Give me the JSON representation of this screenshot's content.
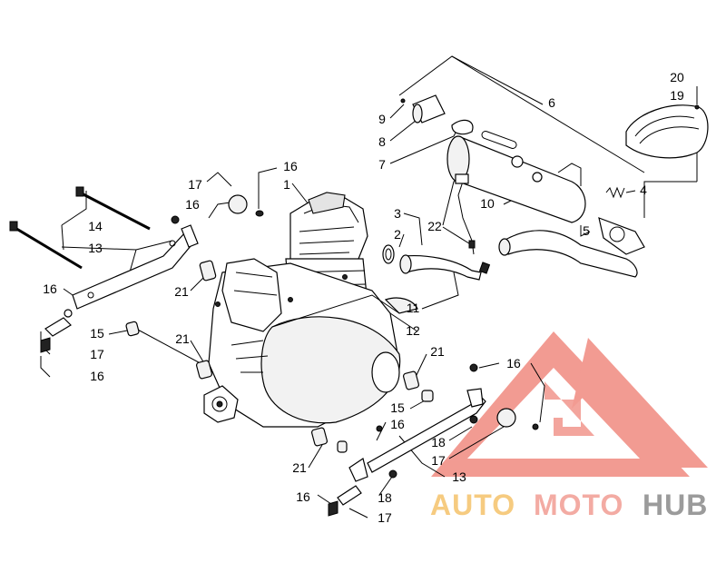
{
  "callouts": [
    {
      "id": "c20",
      "text": "20"
    },
    {
      "id": "c19",
      "text": "19"
    },
    {
      "id": "c6",
      "text": "6"
    },
    {
      "id": "c9",
      "text": "9"
    },
    {
      "id": "c8",
      "text": "8"
    },
    {
      "id": "c7",
      "text": "7"
    },
    {
      "id": "c16a",
      "text": "16"
    },
    {
      "id": "c1",
      "text": "1"
    },
    {
      "id": "c17a",
      "text": "17"
    },
    {
      "id": "c16b",
      "text": "16"
    },
    {
      "id": "c10",
      "text": "10"
    },
    {
      "id": "c4",
      "text": "4"
    },
    {
      "id": "c3",
      "text": "3"
    },
    {
      "id": "c2",
      "text": "2"
    },
    {
      "id": "c22",
      "text": "22"
    },
    {
      "id": "c5",
      "text": "5"
    },
    {
      "id": "c14",
      "text": "14"
    },
    {
      "id": "c13a",
      "text": "13"
    },
    {
      "id": "c16c",
      "text": "16"
    },
    {
      "id": "c21a",
      "text": "21"
    },
    {
      "id": "c11",
      "text": "11"
    },
    {
      "id": "c12",
      "text": "12"
    },
    {
      "id": "c15a",
      "text": "15"
    },
    {
      "id": "c17b",
      "text": "17"
    },
    {
      "id": "c16d",
      "text": "16"
    },
    {
      "id": "c21b",
      "text": "21"
    },
    {
      "id": "c21c",
      "text": "21"
    },
    {
      "id": "c16e",
      "text": "16"
    },
    {
      "id": "c15b",
      "text": "15"
    },
    {
      "id": "c16f",
      "text": "16"
    },
    {
      "id": "c18a",
      "text": "18"
    },
    {
      "id": "c17c",
      "text": "17"
    },
    {
      "id": "c21d",
      "text": "21"
    },
    {
      "id": "c13b",
      "text": "13"
    },
    {
      "id": "c18b",
      "text": "18"
    },
    {
      "id": "c16g",
      "text": "16"
    },
    {
      "id": "c17d",
      "text": "17"
    }
  ],
  "watermark": {
    "word_auto": "AUTO",
    "word_moto": "MOTO",
    "word_hub": "HUB",
    "colors": {
      "auto": "#f5c26b",
      "moto": "#f29d94",
      "hub": "#8a8a8a",
      "triangle": "#f08a80"
    }
  }
}
